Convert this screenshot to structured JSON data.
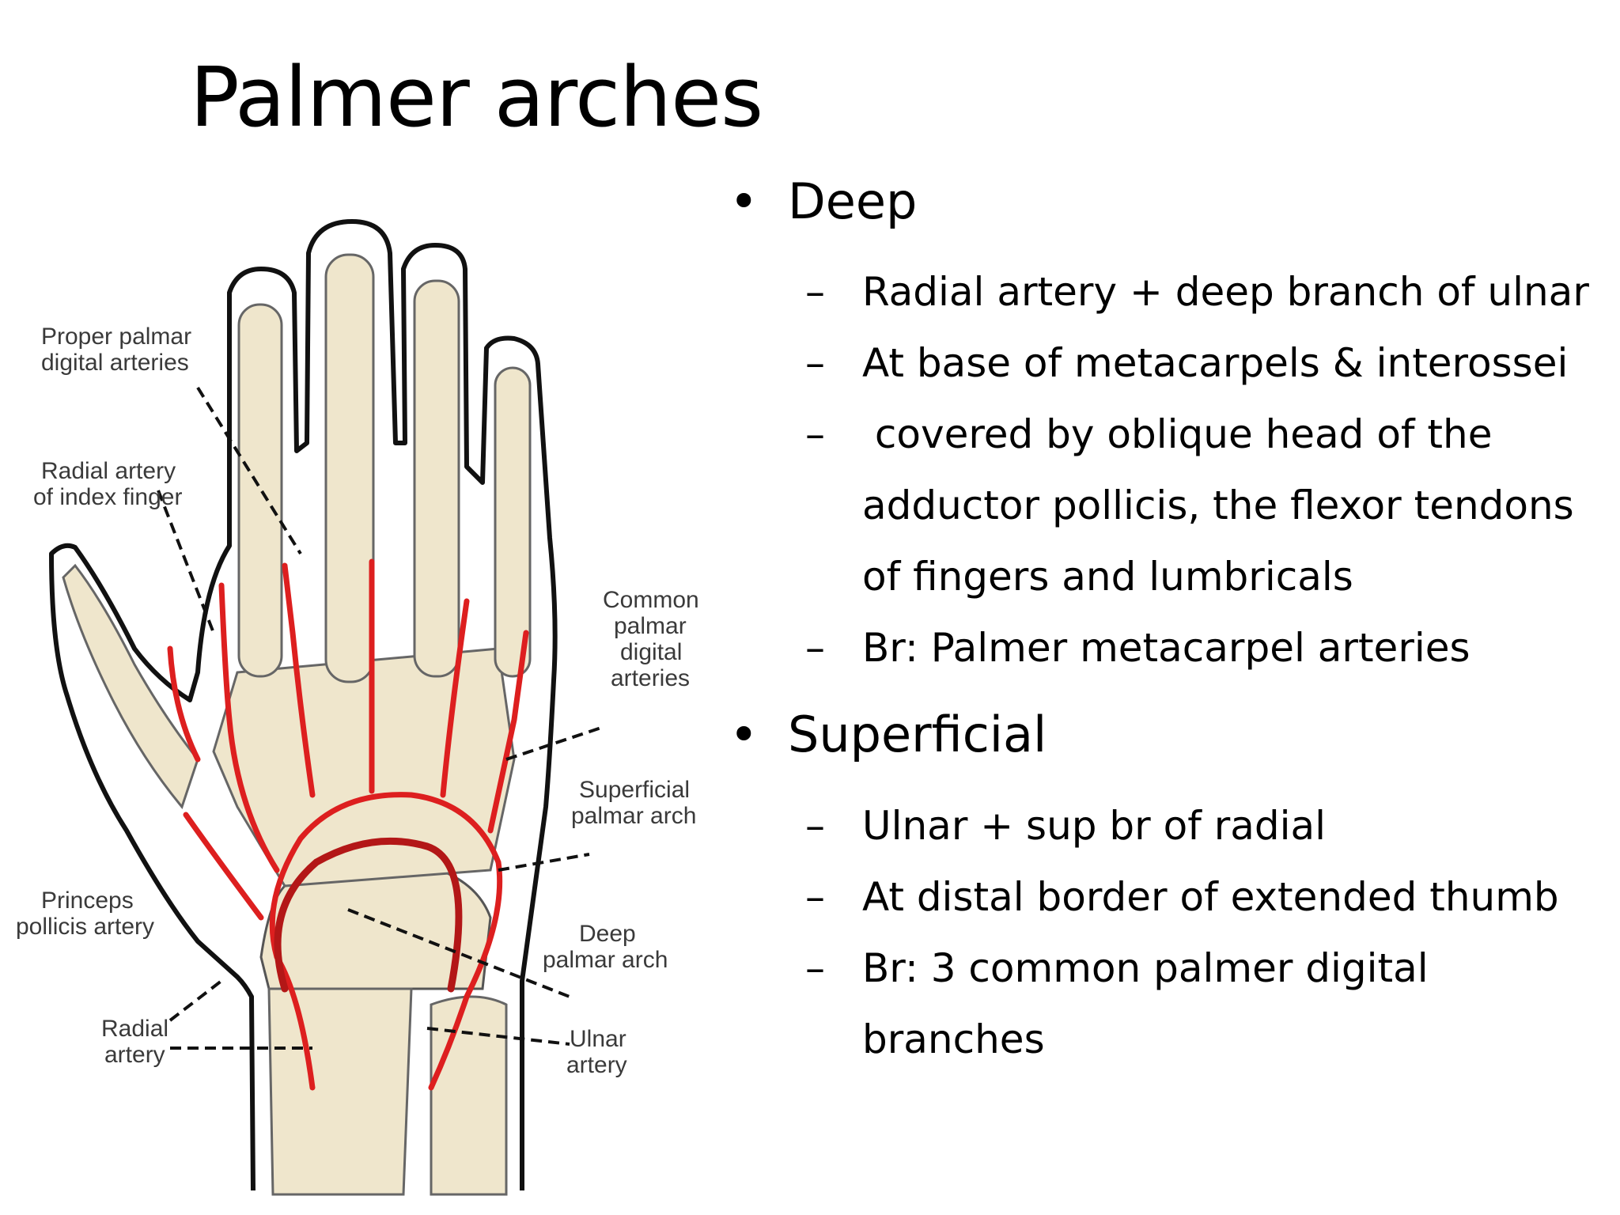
{
  "slide": {
    "title": "Palmer arches"
  },
  "figure": {
    "labels": {
      "proper_palmar_l1": "Proper palmar",
      "proper_palmar_l2": "digital arteries",
      "radial_index_l1": "Radial artery",
      "radial_index_l2": "of index finger",
      "common_l1": "Common",
      "common_l2": "palmar",
      "common_l3": "digital",
      "common_l4": "arteries",
      "superficial_l1": "Superficial",
      "superficial_l2": "palmar arch",
      "princeps_l1": "Princeps",
      "princeps_l2": "pollicis artery",
      "deep_l1": "Deep",
      "deep_l2": "palmar arch",
      "radial_l1": "Radial",
      "radial_l2": "artery",
      "ulnar_l1": "Ulnar",
      "ulnar_l2": "artery"
    },
    "colors": {
      "bone": "#efe6cc",
      "artery": "#dd1f1f",
      "artery_dark": "#b31717",
      "outline": "#111111"
    }
  },
  "bullets": {
    "marker": "•",
    "dash": "–",
    "deep": {
      "heading": "Deep",
      "items": [
        "Radial artery + deep branch of ulnar",
        "At base of metacarpels & interossei",
        " covered by oblique head of the",
        "adductor pollicis, the flexor tendons",
        "of fingers and lumbricals",
        "Br: Palmer metacarpel arteries"
      ]
    },
    "superficial": {
      "heading": "Superficial",
      "items": [
        "Ulnar + sup br of radial",
        "At distal border of extended thumb",
        "Br: 3 common palmer digital",
        "branches"
      ]
    }
  }
}
